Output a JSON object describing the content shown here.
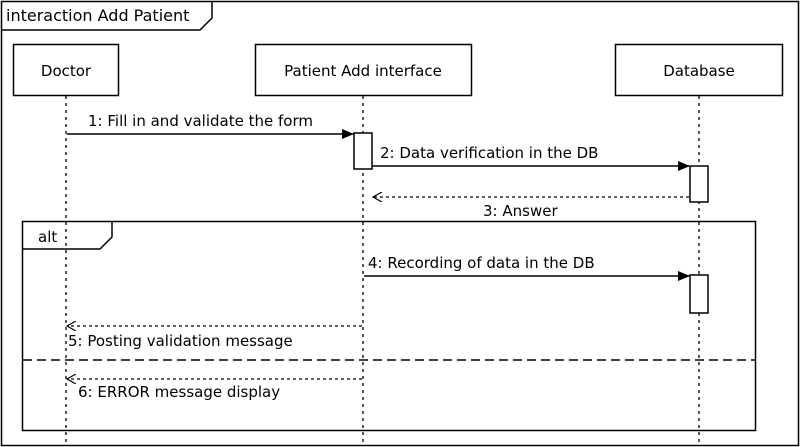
{
  "frame": {
    "title": "interaction Add Patient"
  },
  "lifelines": [
    {
      "name": "Doctor"
    },
    {
      "name": "Patient Add interface"
    },
    {
      "name": "Database"
    }
  ],
  "fragment": {
    "operator": "alt"
  },
  "messages": [
    {
      "label": "1: Fill in and validate the form",
      "kind": "sync"
    },
    {
      "label": "2: Data verification in the DB",
      "kind": "sync"
    },
    {
      "label": "3: Answer",
      "kind": "reply"
    },
    {
      "label": "4: Recording of data in the DB",
      "kind": "sync"
    },
    {
      "label": "5: Posting validation message",
      "kind": "reply"
    },
    {
      "label": "6: ERROR message display",
      "kind": "reply"
    }
  ]
}
